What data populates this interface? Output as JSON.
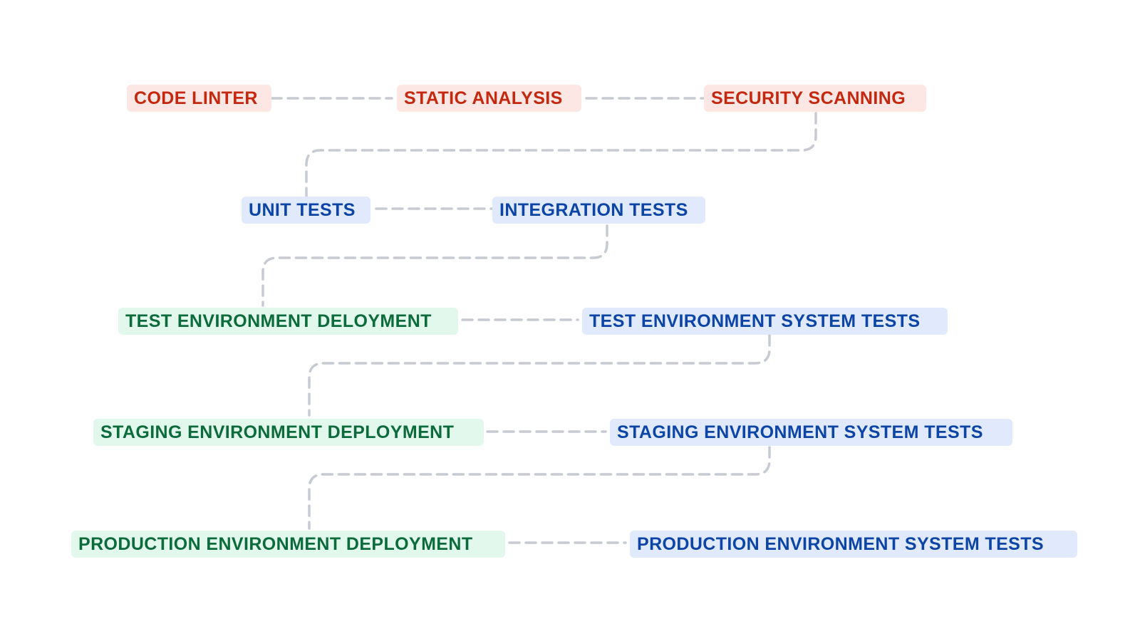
{
  "diagram": {
    "connector_color": "#c6cad3",
    "node_styles": {
      "red": {
        "background": "#fde7e4",
        "text": "#c4280f"
      },
      "blue": {
        "background": "#e0eafc",
        "text": "#0d45a6"
      },
      "green": {
        "background": "#e3f8ec",
        "text": "#0b6b3a"
      }
    },
    "nodes": {
      "code_linter": "CODE LINTER",
      "static_analysis": "STATIC ANALYSIS",
      "security_scanning": "SECURITY SCANNING",
      "unit_tests": "UNIT TESTS",
      "integration_tests": "INTEGRATION TESTS",
      "test_env_deployment": "TEST ENVIRONMENT DELOYMENT",
      "test_env_system_tests": "TEST ENVIRONMENT SYSTEM TESTS",
      "staging_env_deployment": "STAGING ENVIRONMENT DEPLOYMENT",
      "staging_env_system_tests": "STAGING ENVIRONMENT SYSTEM TESTS",
      "production_env_deployment": "PRODUCTION ENVIRONMENT DEPLOYMENT",
      "production_env_system_tests": "PRODUCTION ENVIRONMENT SYSTEM TESTS"
    },
    "edges": [
      [
        "code_linter",
        "static_analysis"
      ],
      [
        "static_analysis",
        "security_scanning"
      ],
      [
        "security_scanning",
        "unit_tests"
      ],
      [
        "unit_tests",
        "integration_tests"
      ],
      [
        "integration_tests",
        "test_env_deployment"
      ],
      [
        "test_env_deployment",
        "test_env_system_tests"
      ],
      [
        "test_env_system_tests",
        "staging_env_deployment"
      ],
      [
        "staging_env_deployment",
        "staging_env_system_tests"
      ],
      [
        "staging_env_system_tests",
        "production_env_deployment"
      ],
      [
        "production_env_deployment",
        "production_env_system_tests"
      ]
    ]
  }
}
